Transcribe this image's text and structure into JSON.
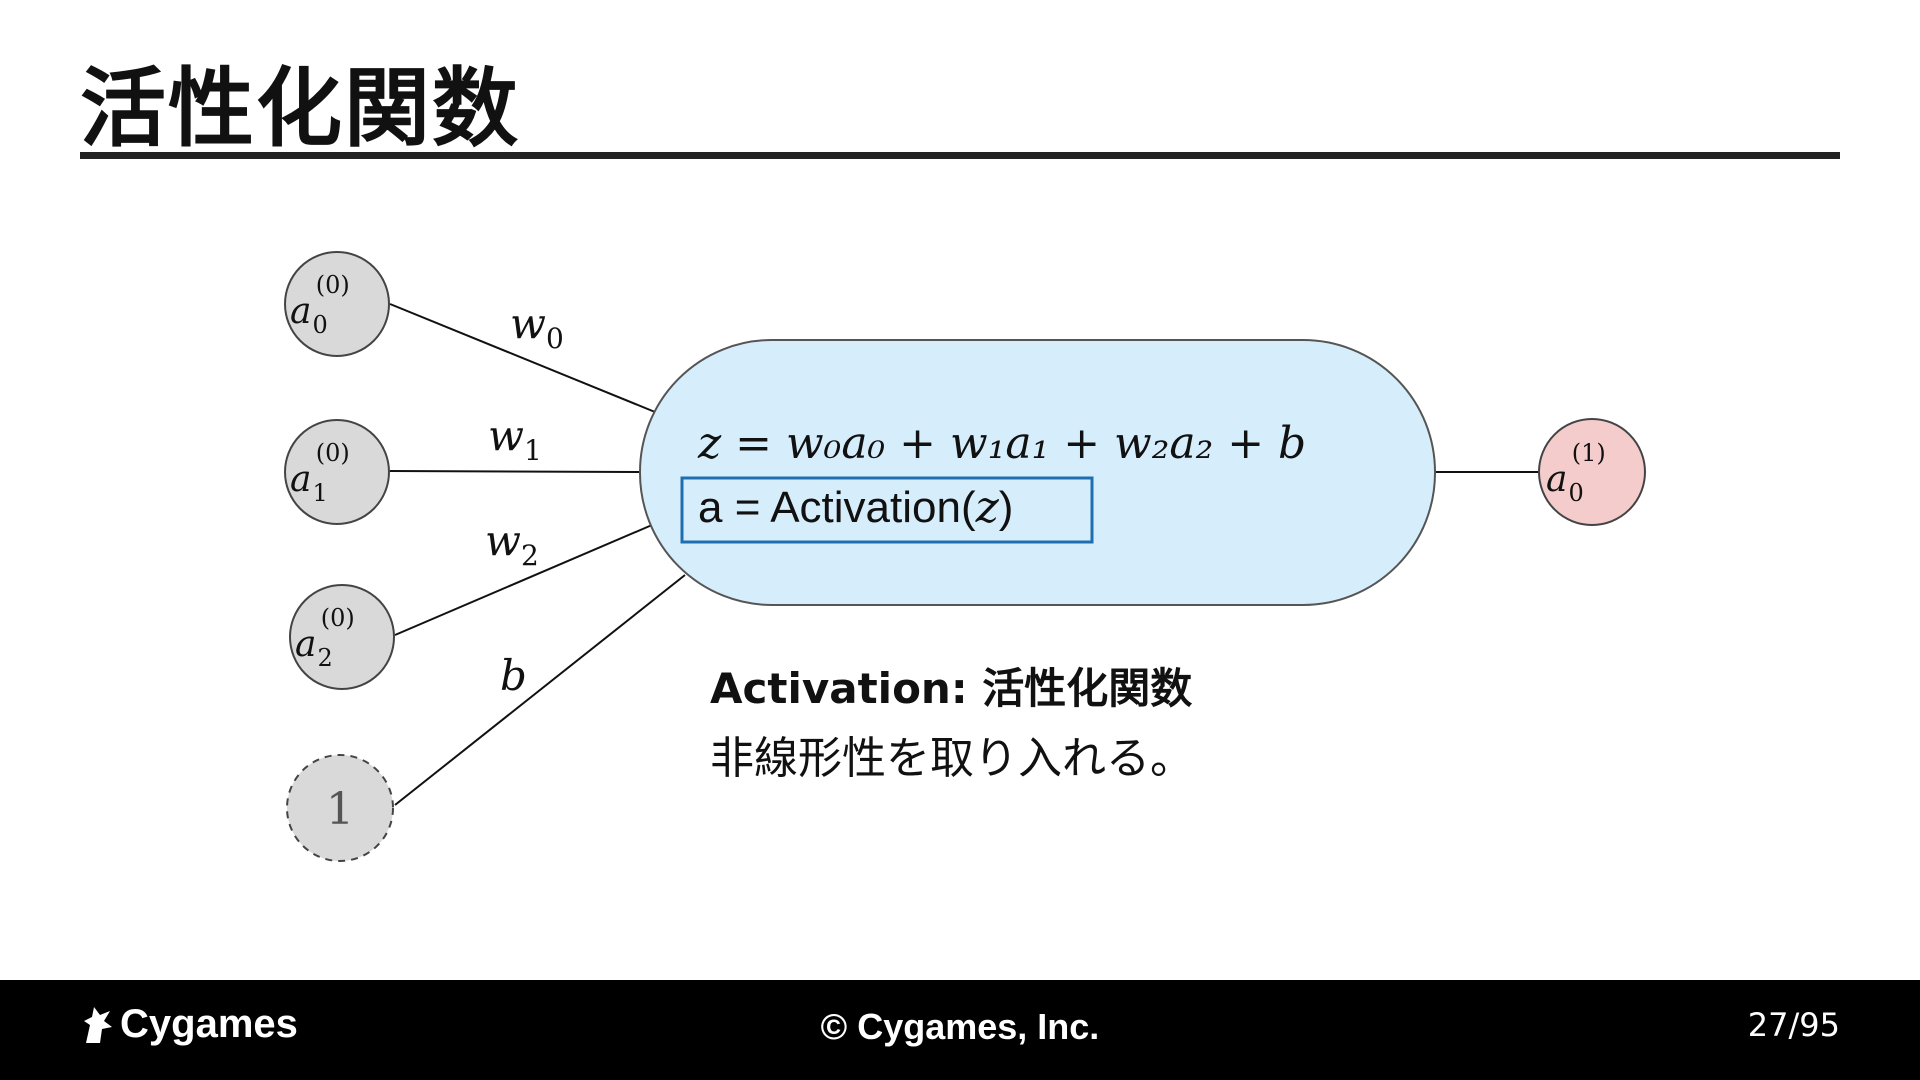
{
  "slide": {
    "title": "活性化関数",
    "page_number": "27/95"
  },
  "diagram": {
    "inputs": [
      {
        "base": "a",
        "sub": "0",
        "sup": "(0)"
      },
      {
        "base": "a",
        "sub": "1",
        "sup": "(0)"
      },
      {
        "base": "a",
        "sub": "2",
        "sup": "(0)"
      }
    ],
    "bias_node": "1",
    "weights": [
      {
        "base": "w",
        "sub": "0"
      },
      {
        "base": "w",
        "sub": "1"
      },
      {
        "base": "w",
        "sub": "2"
      },
      {
        "base": "b",
        "sub": ""
      }
    ],
    "neuron": {
      "z_equation": "z = w₀a₀ + w₁a₁ + w₂a₂ + b",
      "activation_equation_prefix": "a = Activation(",
      "activation_equation_var": "z",
      "activation_equation_suffix": ")"
    },
    "output": {
      "base": "a",
      "sub": "0",
      "sup": "(1)"
    },
    "colors": {
      "input_fill": "#d9d9d9",
      "neuron_fill": "#d6eefb",
      "output_fill": "#f4cccc",
      "highlight_box": "#1f6fb0"
    }
  },
  "caption": {
    "bold": "Activation: 活性化関数",
    "description": "非線形性を取り入れる。"
  },
  "footer": {
    "logo_text": "Cygames",
    "copyright": "© Cygames, Inc."
  }
}
